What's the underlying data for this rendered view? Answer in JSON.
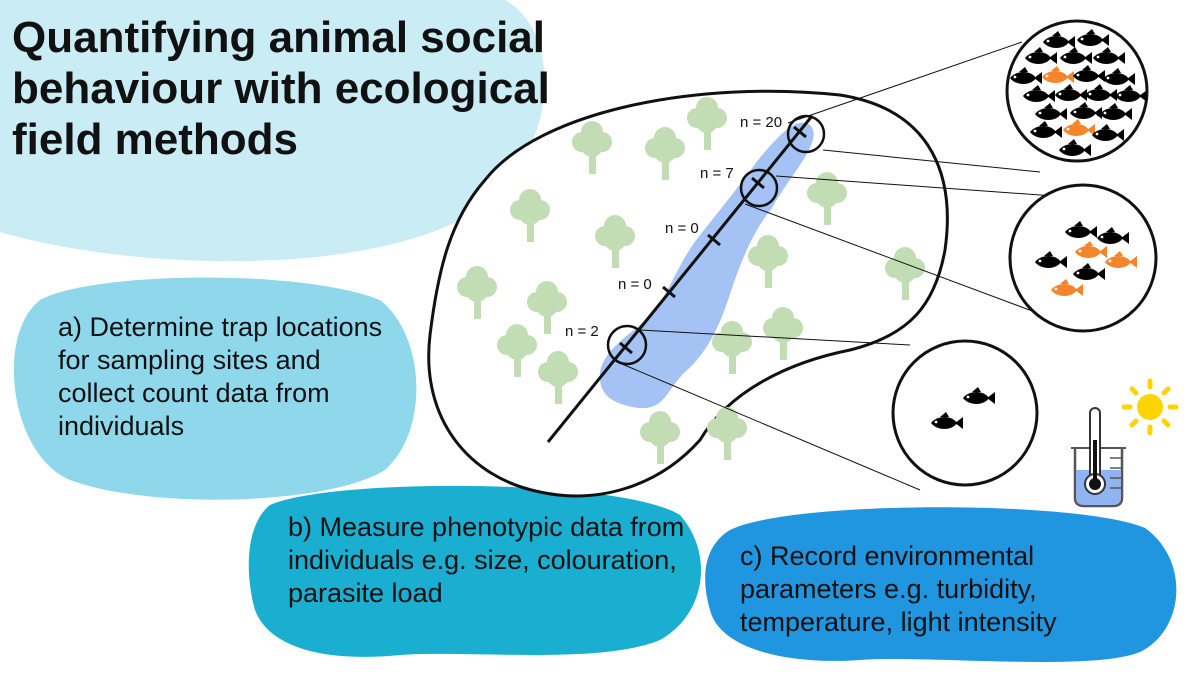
{
  "title": "Quantifying animal social behaviour with ecological field methods",
  "steps": {
    "a": "a) Determine trap locations for sampling sites and collect count data from individuals",
    "b": "b) Measure phenotypic data from individuals e.g. size, colouration, parasite load",
    "c": "c) Record environmental parameters e.g. turbidity, temperature, light intensity"
  },
  "trap_counts": [
    "n = 20",
    "n = 7",
    "n = 0",
    "n = 0",
    "n = 2"
  ],
  "colors": {
    "title_blob": "#c9ecf5",
    "step_a_blob": "#8fd8ec",
    "step_b_blob": "#1aaed1",
    "step_c_blob": "#2196e0",
    "water": "#a4c2f4",
    "tree": "#c2dcb4",
    "fish_black": "#000000",
    "fish_orange": "#f5842a",
    "sun": "#ffd400"
  }
}
